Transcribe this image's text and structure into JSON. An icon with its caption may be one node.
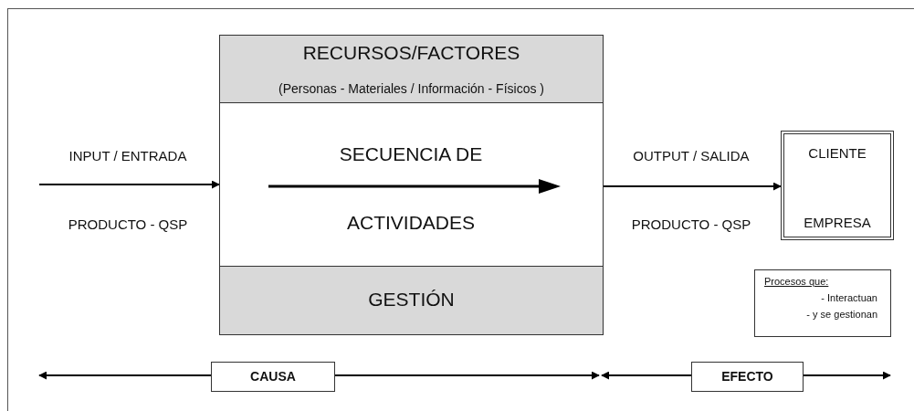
{
  "diagram": {
    "nodes": [
      {
        "text": [
          "RECURSOS/FACTORES",
          "(Personas - Materiales / Información - Físicos )"
        ]
      },
      {
        "text": [
          "SECUENCIA DE ACTIVIDADES"
        ]
      },
      {
        "text": [
          "GESTIÓN"
        ]
      },
      {
        "text": [
          "CLIENTE",
          "EMPRESA"
        ]
      },
      {
        "text": [
          "Procesos que:",
          "- Interactuan",
          "- y se gestionan"
        ]
      },
      {
        "text": [
          "CAUSA"
        ]
      },
      {
        "text": [
          "EFECTO"
        ]
      }
    ],
    "edges": [
      {
        "from": null,
        "to": 1,
        "arrow": "to",
        "label": "INPUT / ENTRADA"
      },
      {
        "from": 1,
        "to": 3,
        "arrow": "to",
        "label": "OUTPUT / SALIDA"
      },
      {
        "from": 5,
        "to": null,
        "arrow": "to"
      },
      {
        "from": 5,
        "to": null,
        "arrow": "to"
      },
      {
        "from": 6,
        "to": null,
        "arrow": "to"
      },
      {
        "from": 6,
        "to": null,
        "arrow": "to"
      }
    ],
    "labels": [
      "PRODUCTO - QSP",
      "PRODUCTO - QSP"
    ]
  }
}
